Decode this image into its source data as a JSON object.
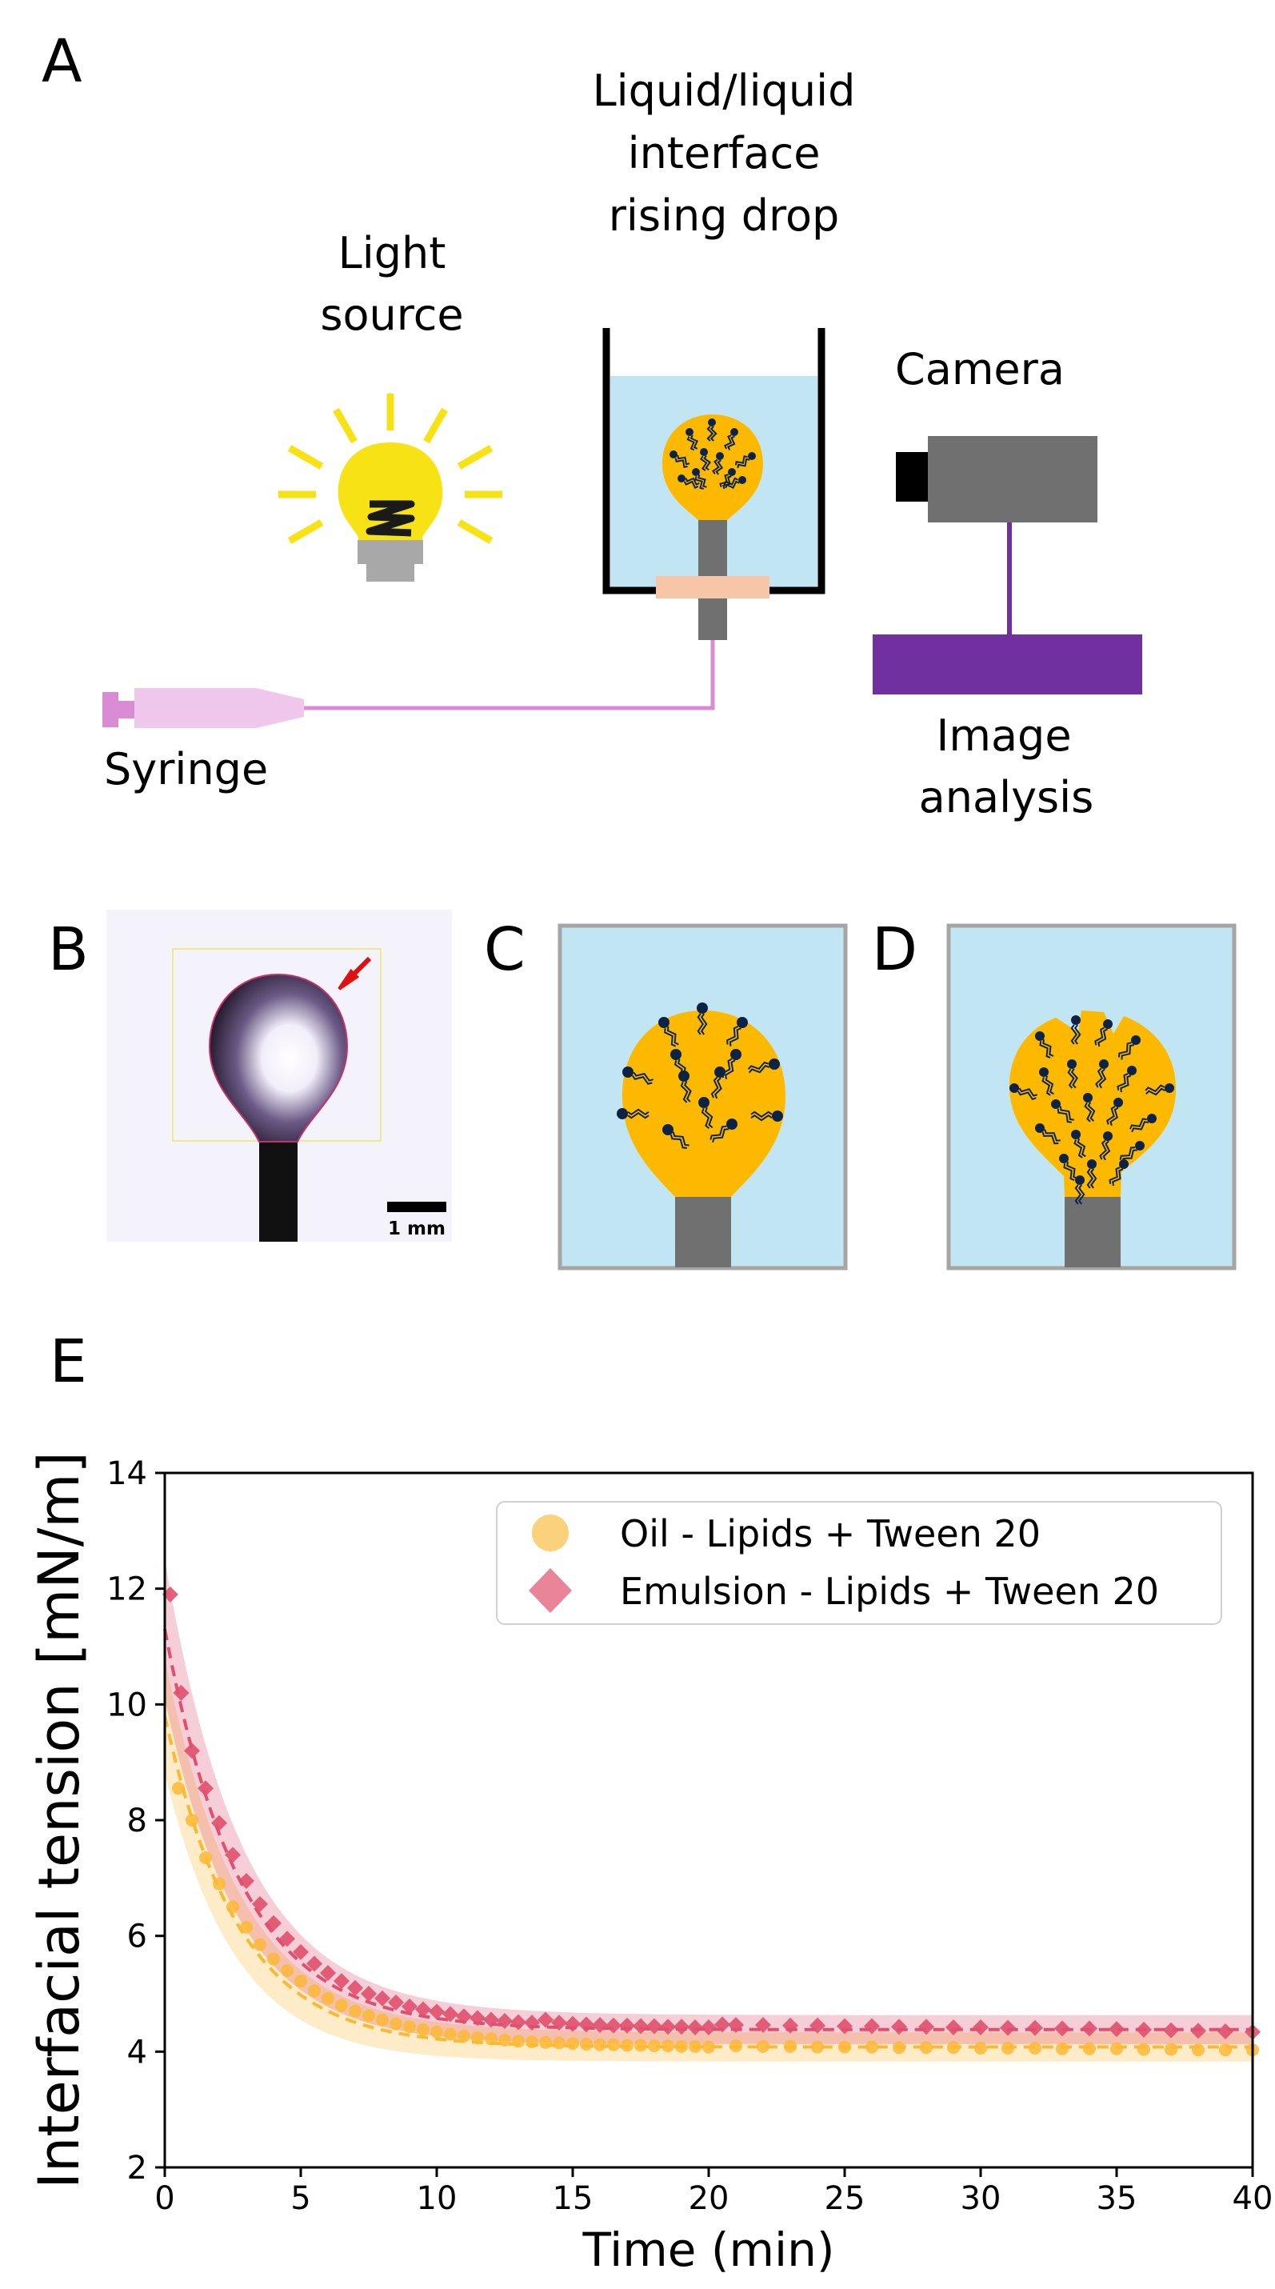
{
  "panels": {
    "a": {
      "letter": "A",
      "light_source": [
        "Light",
        "source"
      ],
      "rising_drop": [
        "Liquid/liquid",
        "interface",
        "rising drop"
      ],
      "camera": "Camera",
      "syringe": "Syringe",
      "image_analysis": [
        "Image",
        "analysis"
      ]
    },
    "b": {
      "letter": "B",
      "scale_bar": "1 mm"
    },
    "c": {
      "letter": "C"
    },
    "d": {
      "letter": "D"
    },
    "e": {
      "letter": "E"
    }
  },
  "colors": {
    "water": "#c2e5f4",
    "drop": "#fcb900",
    "needle": "#707070",
    "bulb": "#f7e315",
    "syringe": "#f0c7ec",
    "tube": "#d98bd4",
    "analysis": "#7030a0",
    "molecule": "#0d2345",
    "orange_series": "#fbb835",
    "red_series": "#e0506e"
  },
  "chart_data": {
    "type": "scatter",
    "xlabel": "Time (min)",
    "ylabel": "Interfacial tension [mN/m]",
    "xlim": [
      0,
      40
    ],
    "ylim": [
      2,
      14
    ],
    "xticks": [
      0,
      5,
      10,
      15,
      20,
      25,
      30,
      35,
      40
    ],
    "yticks": [
      2,
      4,
      6,
      8,
      10,
      12,
      14
    ],
    "grid": false,
    "legend_position": "top-right",
    "series": [
      {
        "name": "Oil - Lipids + Tween 20",
        "marker": "circle",
        "color": "#fbb835",
        "fit_initial": 9.8,
        "fit_plateau": 4.08,
        "fit_tau_min": 2.7,
        "band_initial": 1.0,
        "band_plateau": 0.25,
        "points": [
          [
            0.5,
            8.55
          ],
          [
            1,
            8.0
          ],
          [
            1.5,
            7.35
          ],
          [
            2,
            6.9
          ],
          [
            2.5,
            6.5
          ],
          [
            3,
            6.15
          ],
          [
            3.5,
            5.85
          ],
          [
            4,
            5.6
          ],
          [
            4.5,
            5.4
          ],
          [
            5,
            5.22
          ],
          [
            5.5,
            5.05
          ],
          [
            6,
            4.92
          ],
          [
            6.5,
            4.8
          ],
          [
            7,
            4.7
          ],
          [
            7.5,
            4.62
          ],
          [
            8,
            4.55
          ],
          [
            8.5,
            4.48
          ],
          [
            9,
            4.43
          ],
          [
            9.5,
            4.38
          ],
          [
            10,
            4.34
          ],
          [
            10.5,
            4.3
          ],
          [
            11,
            4.27
          ],
          [
            11.5,
            4.24
          ],
          [
            12,
            4.22
          ],
          [
            12.5,
            4.2
          ],
          [
            13,
            4.18
          ],
          [
            13.5,
            4.17
          ],
          [
            14,
            4.16
          ],
          [
            14.5,
            4.15
          ],
          [
            15,
            4.14
          ],
          [
            15.5,
            4.13
          ],
          [
            16,
            4.12
          ],
          [
            16.5,
            4.12
          ],
          [
            17,
            4.11
          ],
          [
            17.5,
            4.11
          ],
          [
            18,
            4.1
          ],
          [
            18.5,
            4.1
          ],
          [
            19,
            4.09
          ],
          [
            19.5,
            4.09
          ],
          [
            20,
            4.08
          ],
          [
            21,
            4.1
          ],
          [
            22,
            4.09
          ],
          [
            23,
            4.09
          ],
          [
            24,
            4.08
          ],
          [
            25,
            4.08
          ],
          [
            26,
            4.08
          ],
          [
            27,
            4.07
          ],
          [
            28,
            4.07
          ],
          [
            29,
            4.07
          ],
          [
            30,
            4.06
          ],
          [
            31,
            4.06
          ],
          [
            32,
            4.06
          ],
          [
            33,
            4.05
          ],
          [
            34,
            4.05
          ],
          [
            35,
            4.05
          ],
          [
            36,
            4.04
          ],
          [
            37,
            4.04
          ],
          [
            38,
            4.03
          ],
          [
            39,
            4.03
          ],
          [
            40,
            4.03
          ]
        ]
      },
      {
        "name": "Emulsion - Lipids + Tween 20",
        "marker": "diamond",
        "color": "#e0506e",
        "fit_initial": 11.3,
        "fit_plateau": 4.38,
        "fit_tau_min": 2.8,
        "band_initial": 1.2,
        "band_plateau": 0.25,
        "points": [
          [
            0.2,
            11.9
          ],
          [
            0.6,
            10.2
          ],
          [
            1,
            9.2
          ],
          [
            1.5,
            8.55
          ],
          [
            2,
            7.95
          ],
          [
            2.5,
            7.4
          ],
          [
            3,
            6.95
          ],
          [
            3.5,
            6.55
          ],
          [
            4,
            6.22
          ],
          [
            4.5,
            5.95
          ],
          [
            5,
            5.72
          ],
          [
            5.5,
            5.52
          ],
          [
            6,
            5.36
          ],
          [
            6.5,
            5.22
          ],
          [
            7,
            5.1
          ],
          [
            7.5,
            5.0
          ],
          [
            8,
            4.92
          ],
          [
            8.5,
            4.85
          ],
          [
            9,
            4.78
          ],
          [
            9.5,
            4.73
          ],
          [
            10,
            4.69
          ],
          [
            10.5,
            4.65
          ],
          [
            11,
            4.61
          ],
          [
            11.5,
            4.58
          ],
          [
            12,
            4.55
          ],
          [
            12.5,
            4.53
          ],
          [
            13,
            4.51
          ],
          [
            13.5,
            4.5
          ],
          [
            14,
            4.55
          ],
          [
            14.5,
            4.5
          ],
          [
            15,
            4.48
          ],
          [
            15.5,
            4.47
          ],
          [
            16,
            4.46
          ],
          [
            16.5,
            4.45
          ],
          [
            17,
            4.45
          ],
          [
            17.5,
            4.44
          ],
          [
            18,
            4.44
          ],
          [
            18.5,
            4.43
          ],
          [
            19,
            4.43
          ],
          [
            19.5,
            4.42
          ],
          [
            20,
            4.42
          ],
          [
            20.5,
            4.47
          ],
          [
            21,
            4.46
          ],
          [
            22,
            4.46
          ],
          [
            23,
            4.45
          ],
          [
            24,
            4.45
          ],
          [
            25,
            4.44
          ],
          [
            26,
            4.44
          ],
          [
            27,
            4.43
          ],
          [
            28,
            4.43
          ],
          [
            29,
            4.42
          ],
          [
            30,
            4.42
          ],
          [
            31,
            4.41
          ],
          [
            32,
            4.41
          ],
          [
            33,
            4.4
          ],
          [
            34,
            4.4
          ],
          [
            35,
            4.39
          ],
          [
            36,
            4.38
          ],
          [
            37,
            4.37
          ],
          [
            38,
            4.36
          ],
          [
            39,
            4.35
          ],
          [
            40,
            4.34
          ]
        ]
      }
    ]
  }
}
